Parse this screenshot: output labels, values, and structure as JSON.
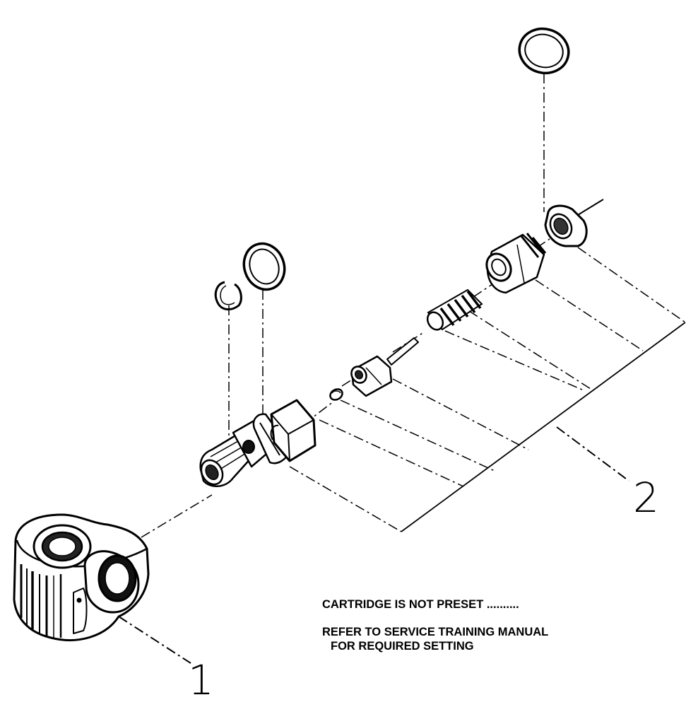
{
  "callouts": {
    "part_1": "1",
    "part_2": "2"
  },
  "note": {
    "line1": "CARTRIDGE IS NOT PRESET ..........",
    "line2": "REFER TO SERVICE TRAINING MANUAL",
    "line3": "FOR REQUIRED SETTING"
  },
  "colors": {
    "ink": "#000000",
    "paper": "#ffffff"
  }
}
